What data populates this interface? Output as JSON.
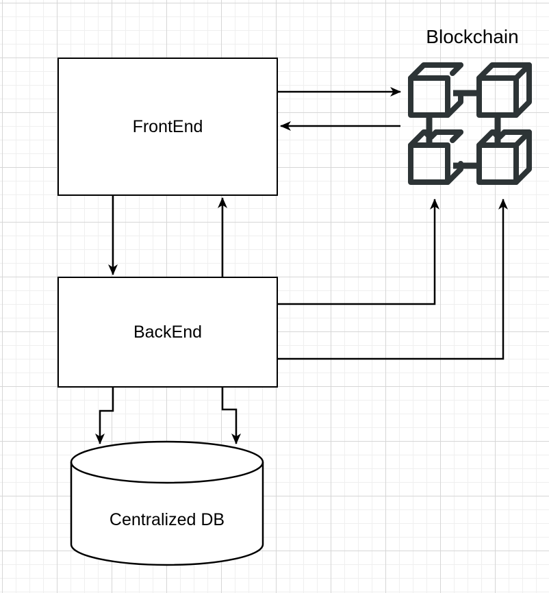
{
  "canvas": {
    "background_color": "#ffffff",
    "grid_minor_color": "#efefef",
    "grid_major_color": "#d6d6d6",
    "stroke_color": "#000000"
  },
  "nodes": {
    "frontend": {
      "label": "FrontEnd",
      "shape": "rectangle"
    },
    "backend": {
      "label": "BackEnd",
      "shape": "rectangle"
    },
    "database": {
      "label": "Centralized DB",
      "shape": "cylinder"
    },
    "blockchain": {
      "label": "Blockchain",
      "shape": "blockchain-cubes",
      "icon_color": "#2d3436"
    }
  },
  "edges": [
    {
      "from": "frontend",
      "to": "blockchain",
      "route": "straight",
      "arrow": "right"
    },
    {
      "from": "blockchain",
      "to": "frontend",
      "route": "straight",
      "arrow": "left"
    },
    {
      "from": "frontend",
      "to": "backend",
      "route": "straight",
      "arrow": "down"
    },
    {
      "from": "backend",
      "to": "frontend",
      "route": "straight",
      "arrow": "up"
    },
    {
      "from": "backend",
      "to": "blockchain",
      "route": "orthogonal",
      "arrow": "up"
    },
    {
      "from": "backend",
      "to": "blockchain",
      "route": "orthogonal",
      "arrow": "up"
    },
    {
      "from": "backend",
      "to": "database",
      "route": "step",
      "arrow": "down"
    },
    {
      "from": "backend",
      "to": "database",
      "route": "step",
      "arrow": "down"
    }
  ]
}
